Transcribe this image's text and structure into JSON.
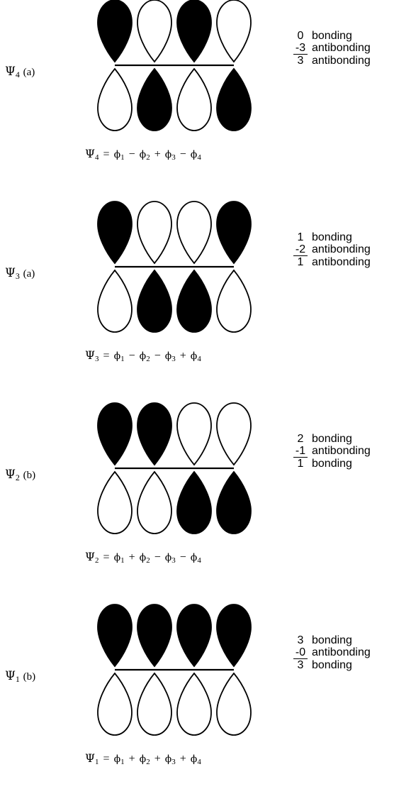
{
  "orbitals": [
    {
      "psi": "Ψ",
      "index": "4",
      "symmetry": "(a)",
      "top_lobes_filled": [
        true,
        false,
        true,
        false
      ],
      "counts": [
        {
          "number": "0",
          "kind": "bonding",
          "underlined": false
        },
        {
          "number": "-3",
          "kind": "antibonding",
          "underlined": true
        },
        {
          "number": "3",
          "kind": "antibonding",
          "underlined": false
        }
      ],
      "equation": {
        "lhs": "Ψ",
        "lhs_index": "4",
        "equals": "=",
        "terms": [
          {
            "sign": "",
            "phi": "ϕ",
            "index": "1"
          },
          {
            "sign": "−",
            "phi": "ϕ",
            "index": "2"
          },
          {
            "sign": "+",
            "phi": "ϕ",
            "index": "3"
          },
          {
            "sign": "−",
            "phi": "ϕ",
            "index": "4"
          }
        ]
      }
    },
    {
      "psi": "Ψ",
      "index": "3",
      "symmetry": "(a)",
      "top_lobes_filled": [
        true,
        false,
        false,
        true
      ],
      "counts": [
        {
          "number": "1",
          "kind": "bonding",
          "underlined": false
        },
        {
          "number": "-2",
          "kind": "antibonding",
          "underlined": true
        },
        {
          "number": "1",
          "kind": "antibonding",
          "underlined": false
        }
      ],
      "equation": {
        "lhs": "Ψ",
        "lhs_index": "3",
        "equals": "=",
        "terms": [
          {
            "sign": "",
            "phi": "ϕ",
            "index": "1"
          },
          {
            "sign": "−",
            "phi": "ϕ",
            "index": "2"
          },
          {
            "sign": "−",
            "phi": "ϕ",
            "index": "3"
          },
          {
            "sign": "+",
            "phi": "ϕ",
            "index": "4"
          }
        ]
      }
    },
    {
      "psi": "Ψ",
      "index": "2",
      "symmetry": "(b)",
      "top_lobes_filled": [
        true,
        true,
        false,
        false
      ],
      "counts": [
        {
          "number": "2",
          "kind": "bonding",
          "underlined": false
        },
        {
          "number": "-1",
          "kind": "antibonding",
          "underlined": true
        },
        {
          "number": "1",
          "kind": "bonding",
          "underlined": false
        }
      ],
      "equation": {
        "lhs": "Ψ",
        "lhs_index": "2",
        "equals": "=",
        "terms": [
          {
            "sign": "",
            "phi": "ϕ",
            "index": "1"
          },
          {
            "sign": "+",
            "phi": "ϕ",
            "index": "2"
          },
          {
            "sign": "−",
            "phi": "ϕ",
            "index": "3"
          },
          {
            "sign": "−",
            "phi": "ϕ",
            "index": "4"
          }
        ]
      }
    },
    {
      "psi": "Ψ",
      "index": "1",
      "symmetry": "(b)",
      "top_lobes_filled": [
        true,
        true,
        true,
        true
      ],
      "counts": [
        {
          "number": "3",
          "kind": "bonding",
          "underlined": false
        },
        {
          "number": "-0",
          "kind": "antibonding",
          "underlined": true
        },
        {
          "number": "3",
          "kind": "bonding",
          "underlined": false
        }
      ],
      "equation": {
        "lhs": "Ψ",
        "lhs_index": "1",
        "equals": "=",
        "terms": [
          {
            "sign": "",
            "phi": "ϕ",
            "index": "1"
          },
          {
            "sign": "+",
            "phi": "ϕ",
            "index": "2"
          },
          {
            "sign": "+",
            "phi": "ϕ",
            "index": "3"
          },
          {
            "sign": "+",
            "phi": "ϕ",
            "index": "4"
          }
        ]
      }
    }
  ],
  "colors": {
    "lobe_fill": "#000000",
    "lobe_empty": "#ffffff",
    "stroke": "#000000"
  }
}
